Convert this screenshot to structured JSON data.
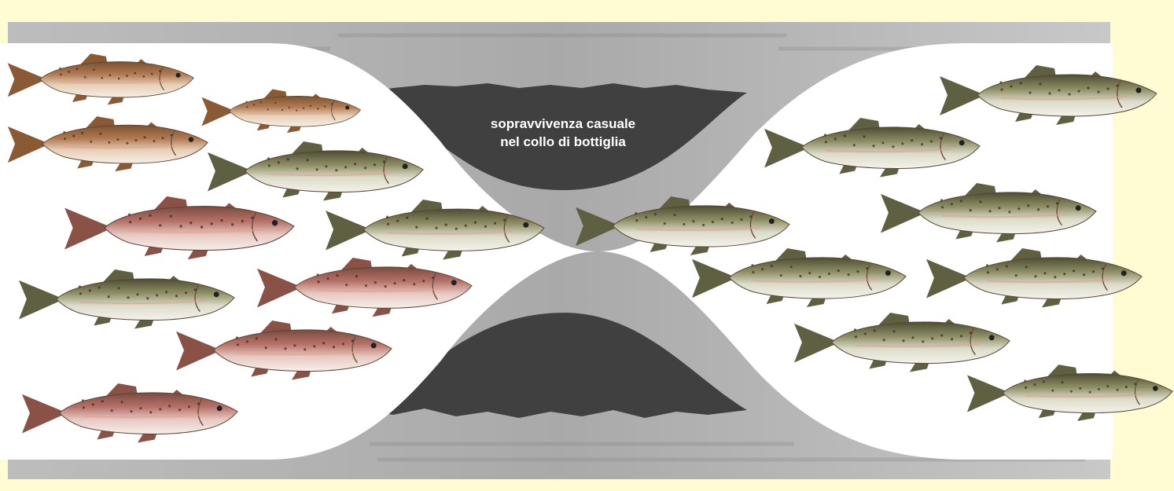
{
  "diagram": {
    "caption_line1": "sopravvivenza casuale",
    "caption_line2": "nel collo di bottiglia"
  },
  "colors": {
    "background": "#fffbd2",
    "panel_gray": "#b4b4b4",
    "bottleneck_dark": "#404040",
    "fish_red": "#b7736a",
    "fish_brown": "#b07a52",
    "fish_olive": "#8f8f66",
    "fish_belly": "#f5eee6",
    "fish_dark": "#4b3b2c"
  },
  "fish_groups": {
    "before_bottleneck": [
      "brown",
      "brown",
      "brown",
      "olive",
      "red",
      "olive",
      "olive",
      "red",
      "red",
      "red"
    ],
    "through_bottleneck": [
      "olive",
      "olive"
    ],
    "after_bottleneck": [
      "olive",
      "olive",
      "olive",
      "olive",
      "olive",
      "olive",
      "olive"
    ]
  }
}
